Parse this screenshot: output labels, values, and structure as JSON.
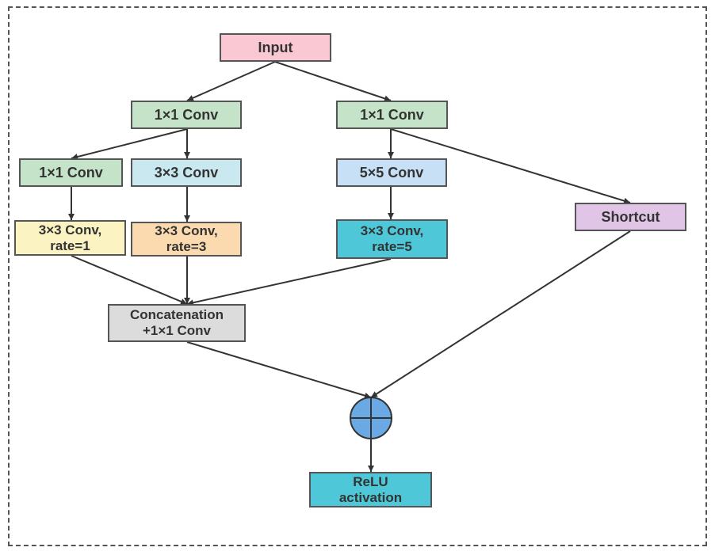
{
  "diagram": {
    "nodes": {
      "input": {
        "label": "Input",
        "color": "#f9c8d2"
      },
      "conv1x1_left": {
        "label": "1×1 Conv",
        "color": "#c5e3c8"
      },
      "conv1x1_right": {
        "label": "1×1 Conv",
        "color": "#c5e3c8"
      },
      "conv1x1_branch": {
        "label": "1×1 Conv",
        "color": "#c5e3c8"
      },
      "conv3x3_branch": {
        "label": "3×3 Conv",
        "color": "#c9e8ef"
      },
      "conv5x5_branch": {
        "label": "5×5 Conv",
        "color": "#c7e0f6"
      },
      "dil_rate1": {
        "label": "3×3 Conv,\nrate=1",
        "color": "#fbf3c2"
      },
      "dil_rate3": {
        "label": "3×3 Conv,\nrate=3",
        "color": "#fbdab0"
      },
      "dil_rate5": {
        "label": "3×3 Conv,\nrate=5",
        "color": "#4ec8d8"
      },
      "shortcut": {
        "label": "Shortcut",
        "color": "#e1c5e6"
      },
      "concat": {
        "label": "Concatenation\n+1×1 Conv",
        "color": "#dcdcdc"
      },
      "relu": {
        "label": "ReLU\nactivation",
        "color": "#4ec8d8"
      },
      "add": {
        "color": "#6aa9e3"
      }
    },
    "edges": [
      [
        "input",
        "conv1x1_left"
      ],
      [
        "input",
        "conv1x1_right"
      ],
      [
        "conv1x1_left",
        "conv1x1_branch"
      ],
      [
        "conv1x1_left",
        "conv3x3_branch"
      ],
      [
        "conv1x1_right",
        "conv5x5_branch"
      ],
      [
        "conv1x1_right",
        "shortcut"
      ],
      [
        "conv1x1_branch",
        "dil_rate1"
      ],
      [
        "conv3x3_branch",
        "dil_rate3"
      ],
      [
        "conv5x5_branch",
        "dil_rate5"
      ],
      [
        "dil_rate1",
        "concat"
      ],
      [
        "dil_rate3",
        "concat"
      ],
      [
        "dil_rate5",
        "concat"
      ],
      [
        "concat",
        "add"
      ],
      [
        "shortcut",
        "add"
      ],
      [
        "add",
        "relu"
      ]
    ]
  }
}
